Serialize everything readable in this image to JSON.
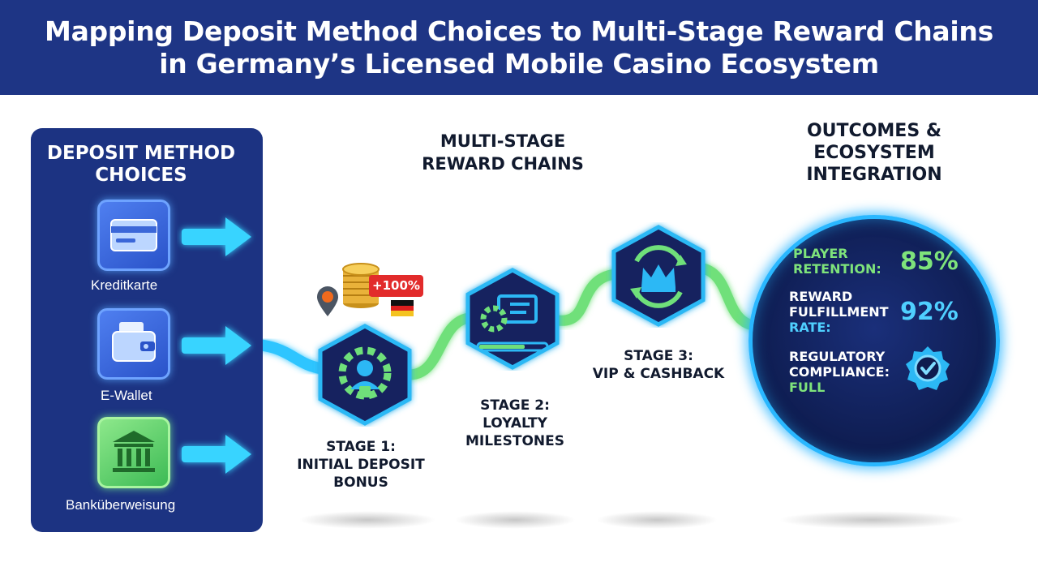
{
  "header": {
    "title_line1": "Mapping Deposit Method Choices to Multi-Stage Reward Chains",
    "title_line2": "in Germany’s Licensed Mobile Casino Ecosystem"
  },
  "deposit_panel": {
    "title_line1": "DEPOSIT METHOD",
    "title_line2": "CHOICES",
    "methods": [
      {
        "label": "Kreditkarte",
        "icon": "credit-card-icon"
      },
      {
        "label": "E-Wallet",
        "icon": "wallet-icon"
      },
      {
        "label": "Banküberweisung",
        "icon": "bank-icon"
      }
    ]
  },
  "reward_chains": {
    "title_line1": "MULTI-STAGE",
    "title_line2": "REWARD CHAINS",
    "badge": "+100%",
    "stages": [
      {
        "line1": "STAGE 1:",
        "line2": "INITIAL DEPOSIT",
        "line3": "BONUS",
        "icon": "gear-user-icon"
      },
      {
        "line1": "STAGE 2:",
        "line2": "LOYALTY",
        "line3": "MILESTONES",
        "icon": "gear-card-progress-icon"
      },
      {
        "line1": "STAGE 3:",
        "line2": "VIP & CASHBACK",
        "icon": "crown-cycle-icon"
      }
    ]
  },
  "outcomes": {
    "title_line1": "OUTCOMES &",
    "title_line2": "ECOSYSTEM",
    "title_line3": "INTEGRATION",
    "retention_label_1": "PLAYER",
    "retention_label_2": "RETENTION:",
    "retention_value": "85%",
    "fulfillment_label_1": "REWARD",
    "fulfillment_label_2": "FULFILLMENT",
    "fulfillment_label_3": "RATE:",
    "fulfillment_value": "92%",
    "compliance_label_1": "REGULATORY",
    "compliance_label_2": "COMPLIANCE:",
    "compliance_label_3": "FULL",
    "compliance_icon": "verified-check-icon"
  },
  "colors": {
    "header_bg": "#1e3585",
    "panel_bg": "#1c3382",
    "hex_bg": "#14245f",
    "hex_border": "#2cb8f5",
    "flow_cyan": "#2ec5ff",
    "flow_green": "#6fe07a",
    "accent_green": "#7ee37b",
    "accent_cyan": "#4fd0ff",
    "badge_red": "#e22b2b"
  }
}
